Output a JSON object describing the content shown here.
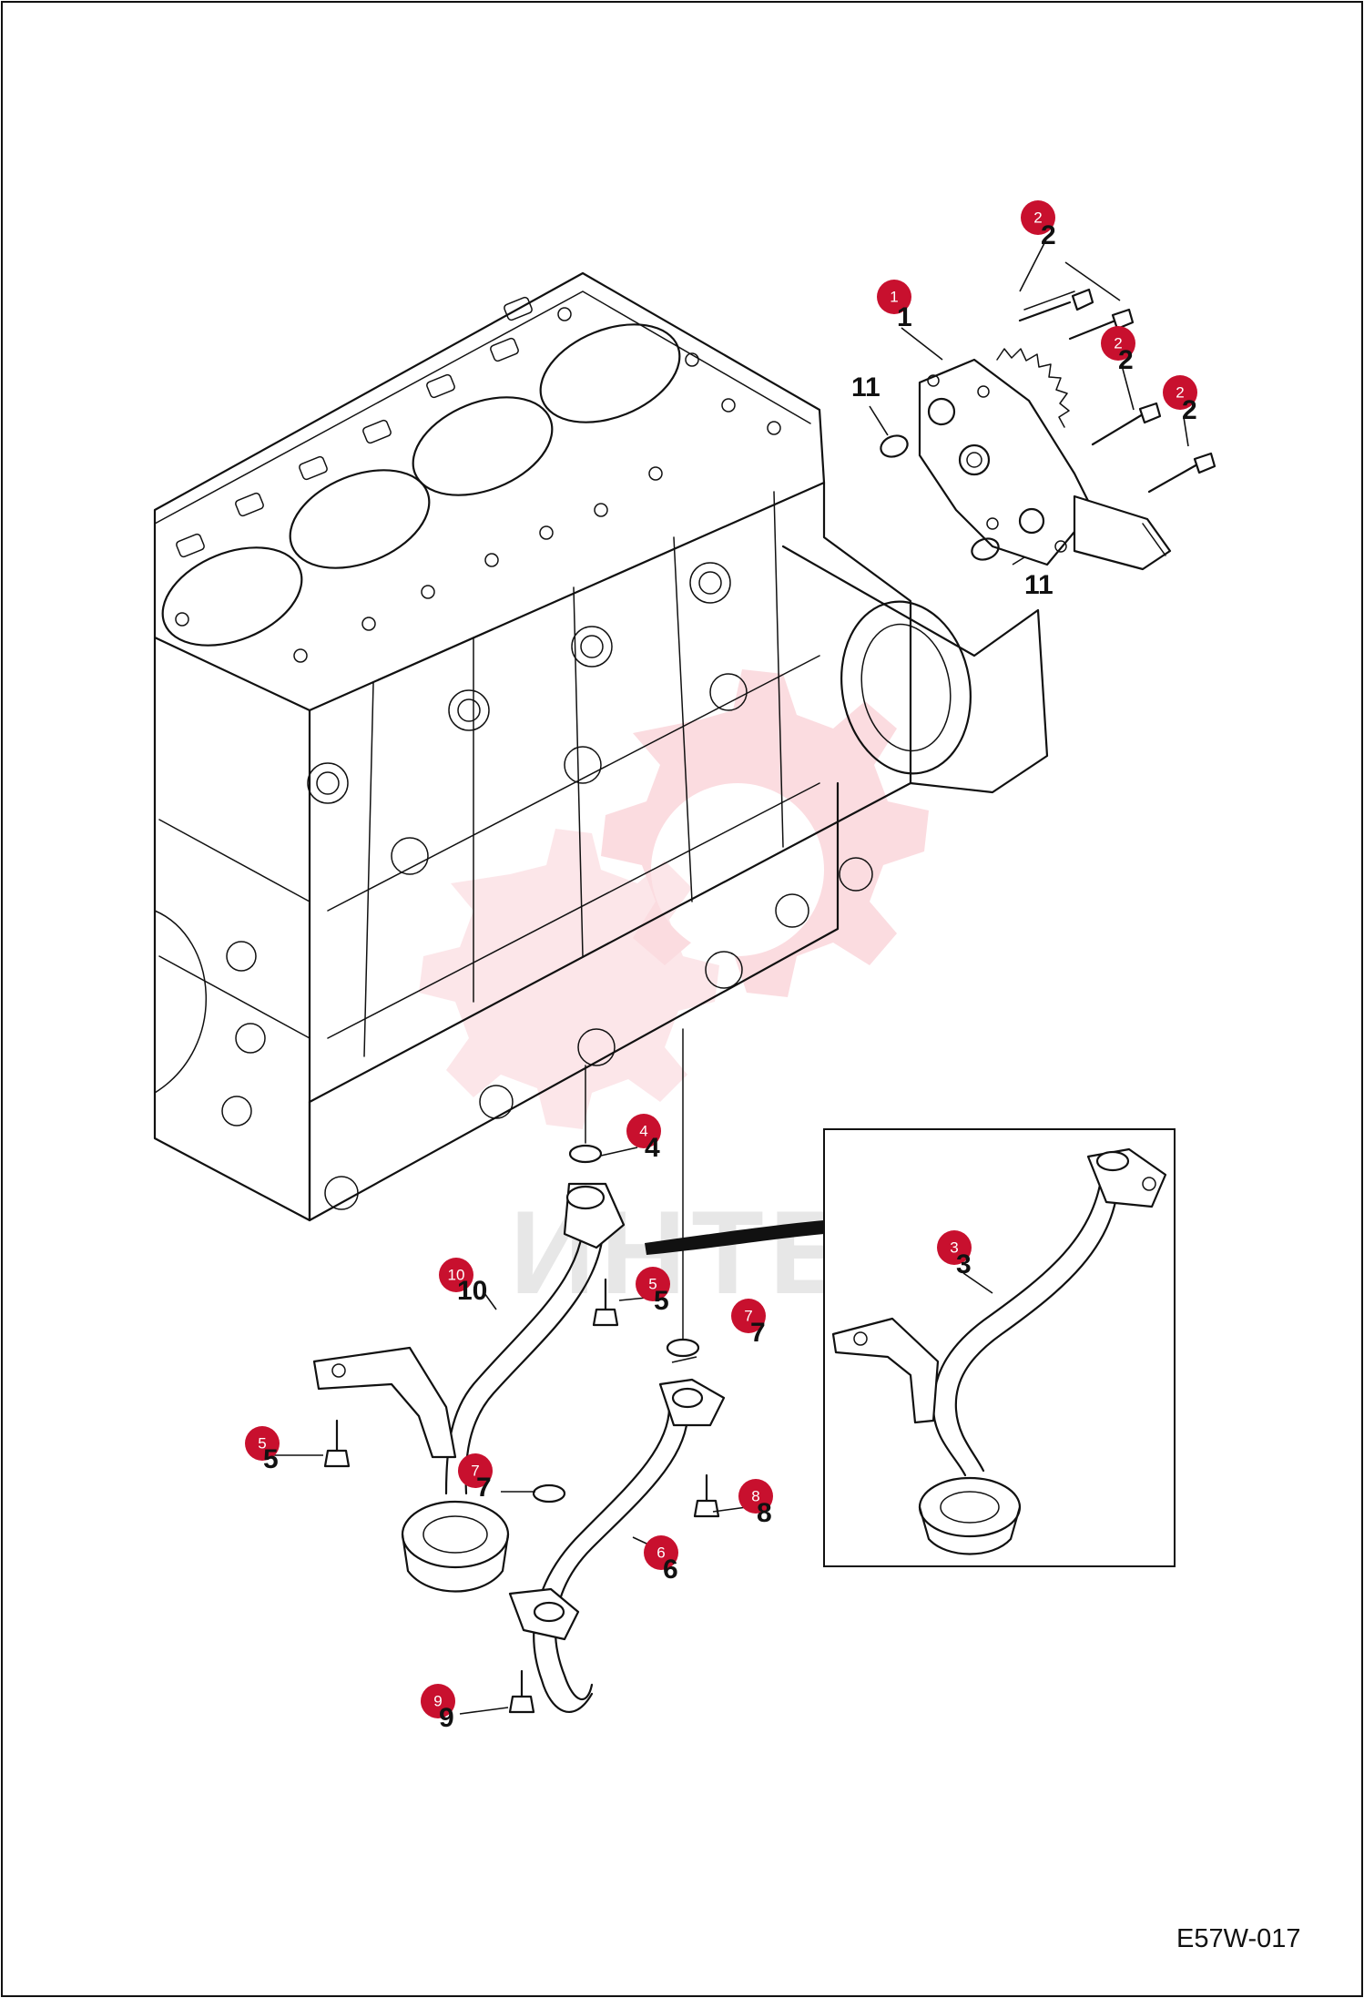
{
  "drawing_code": "E57W-017",
  "watermark": "ИНТЕХ",
  "colors": {
    "badge": "#c8102e",
    "line": "#111111",
    "watermark": "#f2a0a8"
  },
  "callouts": [
    {
      "id": "c1",
      "number": "1",
      "badge": "1"
    },
    {
      "id": "c2a",
      "number": "2",
      "badge": "2"
    },
    {
      "id": "c2b",
      "number": "2",
      "badge": "2"
    },
    {
      "id": "c2c",
      "number": "2",
      "badge": "2"
    },
    {
      "id": "c3",
      "number": "3",
      "badge": "3"
    },
    {
      "id": "c4",
      "number": "4",
      "badge": "4"
    },
    {
      "id": "c5a",
      "number": "5",
      "badge": "5"
    },
    {
      "id": "c5b",
      "number": "5",
      "badge": "5"
    },
    {
      "id": "c6",
      "number": "6",
      "badge": "6"
    },
    {
      "id": "c7a",
      "number": "7",
      "badge": "7"
    },
    {
      "id": "c7b",
      "number": "7",
      "badge": "7"
    },
    {
      "id": "c8",
      "number": "8",
      "badge": "8"
    },
    {
      "id": "c9",
      "number": "9",
      "badge": "9"
    },
    {
      "id": "c10",
      "number": "10",
      "badge": "10"
    },
    {
      "id": "c11a",
      "number": "11",
      "badge": ""
    },
    {
      "id": "c11b",
      "number": "11",
      "badge": ""
    }
  ]
}
